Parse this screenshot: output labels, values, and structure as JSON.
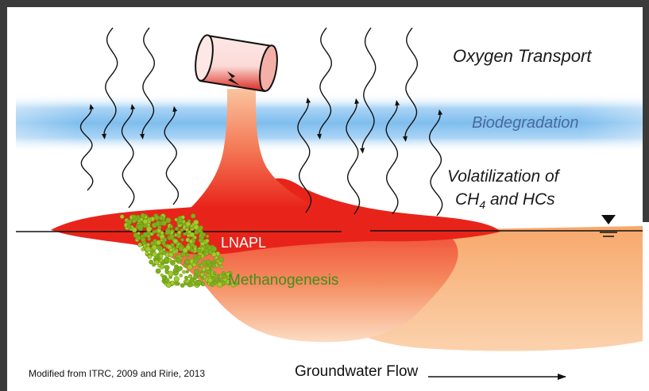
{
  "labels": {
    "oxygen_transport": "Oxygen Transport",
    "biodegradation": "Biodegradation",
    "volatilization_line1": "Volatilization of",
    "ch": "CH",
    "ch_sub": "4",
    "and_hcs": " and HCs",
    "lnapl": "LNAPL",
    "methanogenesis": "Methanogenesis",
    "credit": "Modified from ITRC, 2009 and Ririe, 2013",
    "groundwater_flow": "Groundwater Flow"
  },
  "colors": {
    "frame": "#3a3a3a",
    "lnapl_red": "#e8241a",
    "plume_orange": "#f6b27e",
    "biodegradation_band": "#8fc6ef",
    "microbes_green": "#8fbf22",
    "methanogenesis_text": "#3f8f1f"
  },
  "icons": {
    "tank": "tank-icon",
    "water_table": "water-table-icon",
    "flow_arrow": "arrow-right-icon"
  }
}
